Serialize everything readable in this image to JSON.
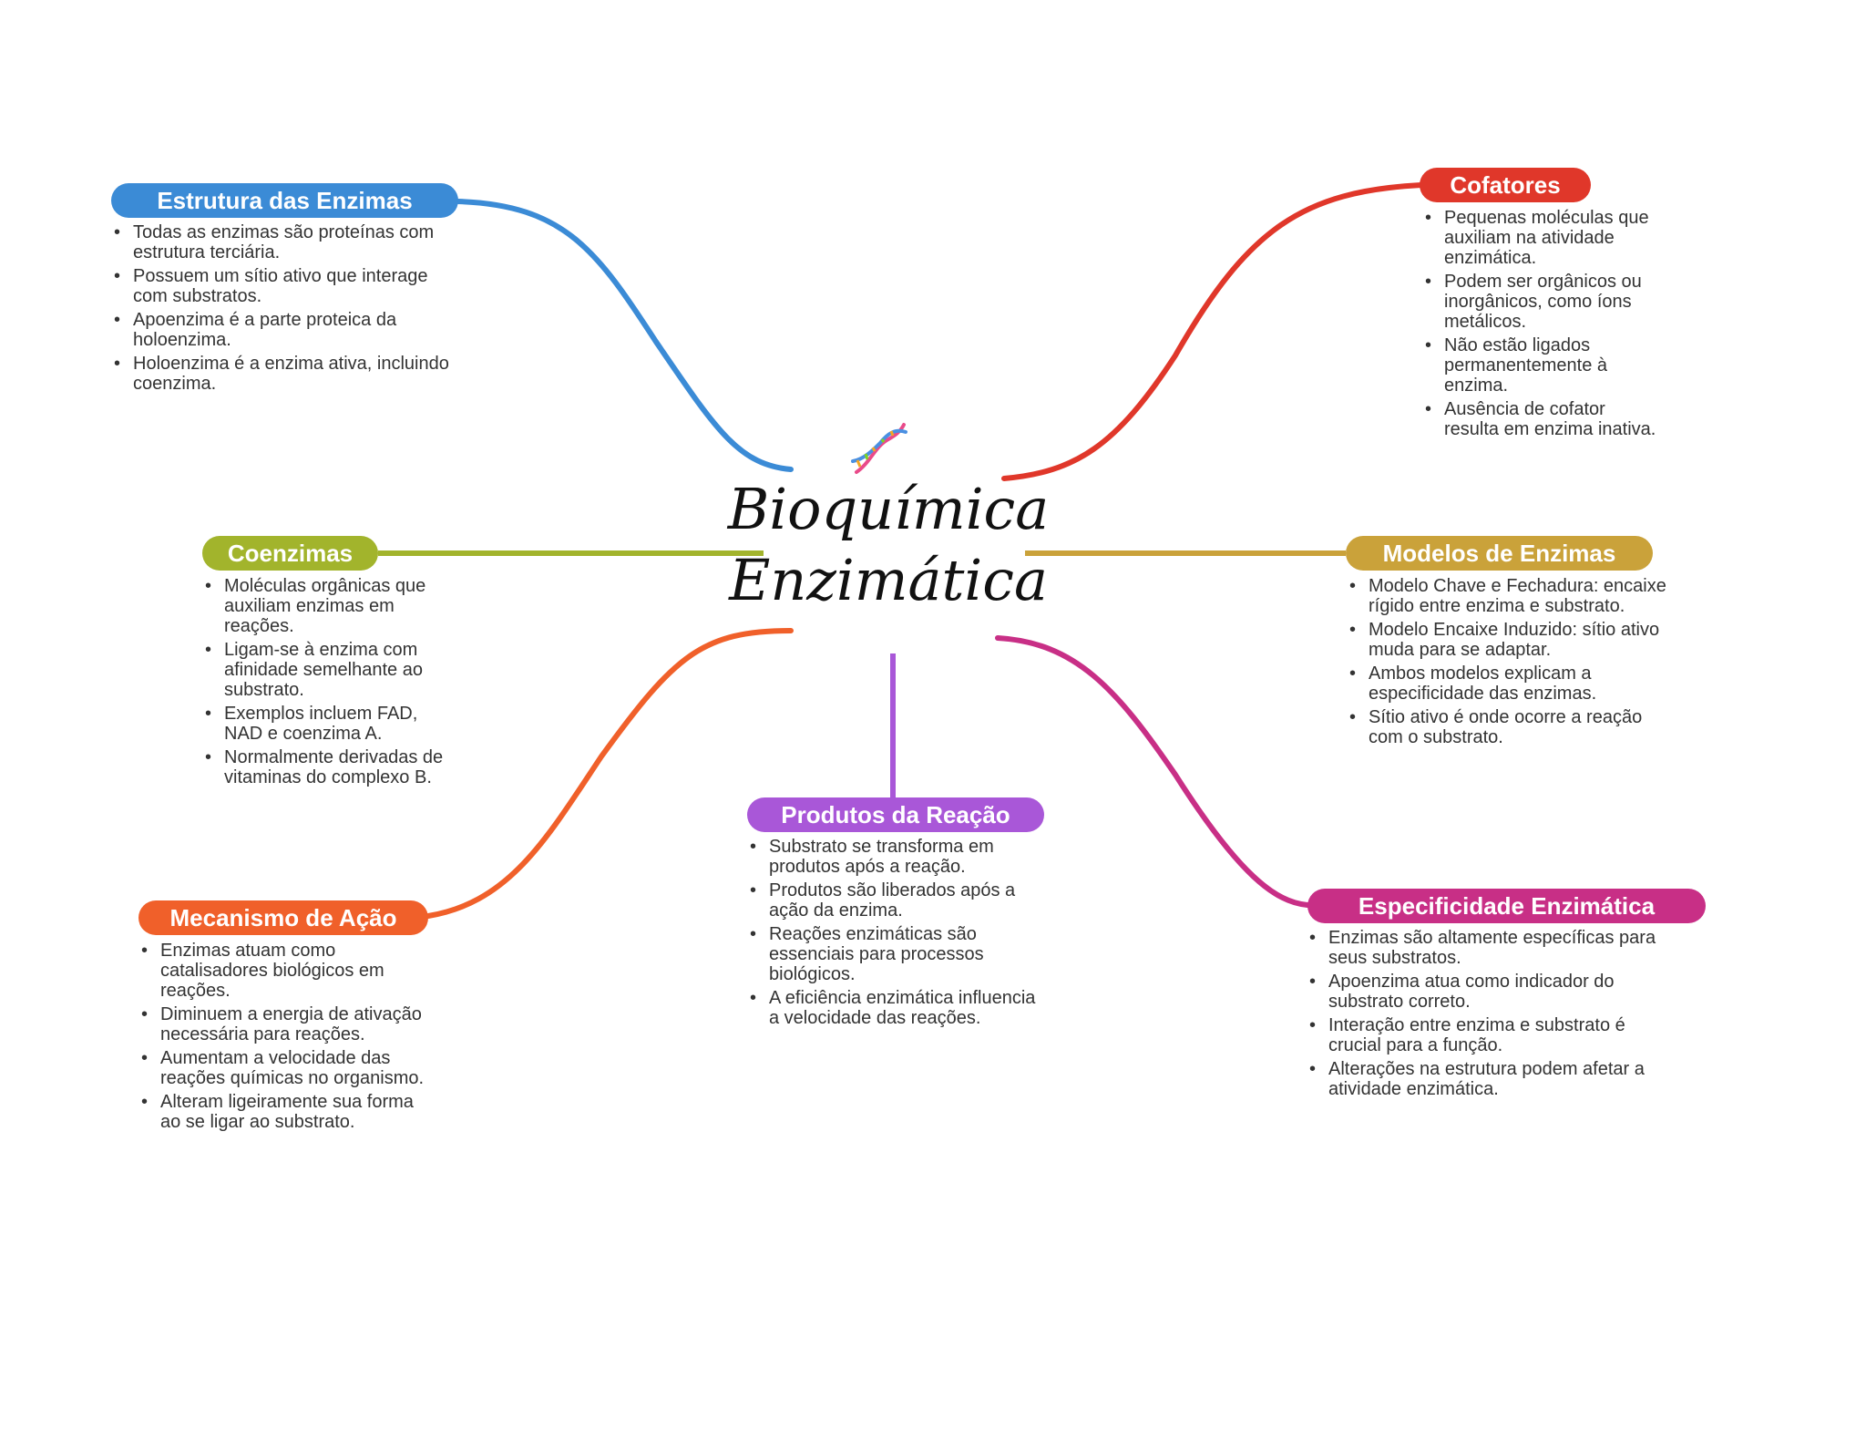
{
  "title": {
    "line1": "Bioquímica",
    "line2": "Enzimática"
  },
  "icon": "dna-icon",
  "branches": [
    {
      "id": "estrutura",
      "label": "Estrutura das Enzimas",
      "color": "#3b8bd6",
      "items": [
        "Todas as enzimas são proteínas com estrutura terciária.",
        "Possuem um sítio ativo que interage com substratos.",
        "Apoenzima é a parte proteica da holoenzima.",
        "Holoenzima é a enzima ativa, incluindo coenzima."
      ]
    },
    {
      "id": "coenzimas",
      "label": "Coenzimas",
      "color": "#a2b42c",
      "items": [
        "Moléculas orgânicas que auxiliam enzimas em reações.",
        "Ligam-se à enzima com afinidade semelhante ao substrato.",
        "Exemplos incluem FAD, NAD e coenzima A.",
        "Normalmente derivadas de vitaminas do complexo B."
      ]
    },
    {
      "id": "mecanismo",
      "label": "Mecanismo de Ação",
      "color": "#f0602a",
      "items": [
        "Enzimas atuam como catalisadores biológicos em reações.",
        "Diminuem a energia de ativação necessária para reações.",
        "Aumentam a velocidade das reações químicas no organismo.",
        "Alteram ligeiramente sua forma ao se ligar ao substrato."
      ]
    },
    {
      "id": "produtos",
      "label": "Produtos da Reação",
      "color": "#a957d8",
      "items": [
        "Substrato se transforma em produtos após a reação.",
        "Produtos são liberados após a ação da enzima.",
        "Reações enzimáticas são essenciais para processos biológicos.",
        "A eficiência enzimática influencia a velocidade das reações."
      ]
    },
    {
      "id": "cofatores",
      "label": "Cofatores",
      "color": "#e0372a",
      "items": [
        "Pequenas moléculas que auxiliam na atividade enzimática.",
        "Podem ser orgânicos ou inorgânicos, como íons metálicos.",
        "Não estão ligados permanentemente à enzima.",
        "Ausência de cofator resulta em enzima inativa."
      ]
    },
    {
      "id": "modelos",
      "label": "Modelos de Enzimas",
      "color": "#caa23a",
      "items": [
        "Modelo Chave e Fechadura: encaixe rígido entre enzima e substrato.",
        "Modelo Encaixe Induzido: sítio ativo muda para se adaptar.",
        "Ambos modelos explicam a especificidade das enzimas.",
        "Sítio ativo é onde ocorre a reação com o substrato."
      ]
    },
    {
      "id": "especificidade",
      "label": "Especificidade Enzimática",
      "color": "#c82f86",
      "items": [
        "Enzimas são altamente específicas para seus substratos.",
        "Apoenzima atua como indicador do substrato correto.",
        "Interação entre enzima e substrato é crucial para a função.",
        "Alterações na estrutura podem afetar a atividade enzimática."
      ]
    }
  ]
}
